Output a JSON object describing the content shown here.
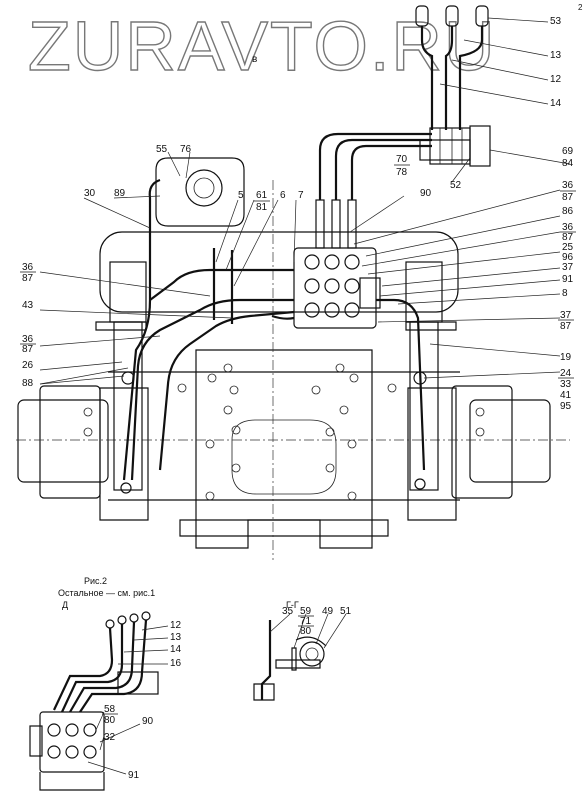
{
  "watermark": "ZURAVTO.RU",
  "view_letter": "в",
  "page_mark": "2",
  "figure_2": {
    "title": "Рис.2",
    "note": "Остальное — см. рис.1",
    "view_label": "Д"
  },
  "section": {
    "label": "Г-Г"
  },
  "callouts": [
    {
      "id": "c53",
      "text": "53"
    },
    {
      "id": "c13a",
      "text": "13"
    },
    {
      "id": "c12a",
      "text": "12"
    },
    {
      "id": "c14a",
      "text": "14"
    },
    {
      "id": "c70",
      "text": "70"
    },
    {
      "id": "c78",
      "text": "78"
    },
    {
      "id": "c52",
      "text": "52"
    },
    {
      "id": "c69",
      "text": "69"
    },
    {
      "id": "c84",
      "text": "84"
    },
    {
      "id": "c55",
      "text": "55"
    },
    {
      "id": "c76",
      "text": "76"
    },
    {
      "id": "c30",
      "text": "30"
    },
    {
      "id": "c89",
      "text": "89"
    },
    {
      "id": "c5",
      "text": "5"
    },
    {
      "id": "c61",
      "text": "61"
    },
    {
      "id": "c81",
      "text": "81"
    },
    {
      "id": "c6",
      "text": "6"
    },
    {
      "id": "c7",
      "text": "7"
    },
    {
      "id": "c90a",
      "text": "90"
    },
    {
      "id": "c36a",
      "text": "36"
    },
    {
      "id": "c87a",
      "text": "87"
    },
    {
      "id": "c86",
      "text": "86"
    },
    {
      "id": "c36b",
      "text": "36"
    },
    {
      "id": "c87b",
      "text": "87"
    },
    {
      "id": "c25",
      "text": "25"
    },
    {
      "id": "c96",
      "text": "96"
    },
    {
      "id": "c37a",
      "text": "37"
    },
    {
      "id": "c91a",
      "text": "91"
    },
    {
      "id": "c8",
      "text": "8"
    },
    {
      "id": "c36c",
      "text": "36"
    },
    {
      "id": "c87c",
      "text": "87"
    },
    {
      "id": "c43",
      "text": "43"
    },
    {
      "id": "c37b",
      "text": "37"
    },
    {
      "id": "c87d",
      "text": "87"
    },
    {
      "id": "c36d",
      "text": "36"
    },
    {
      "id": "c87e",
      "text": "87"
    },
    {
      "id": "c26",
      "text": "26"
    },
    {
      "id": "c88",
      "text": "88"
    },
    {
      "id": "c19",
      "text": "19"
    },
    {
      "id": "c24",
      "text": "24"
    },
    {
      "id": "c33",
      "text": "33"
    },
    {
      "id": "c41",
      "text": "41"
    },
    {
      "id": "c95",
      "text": "95"
    },
    {
      "id": "c12b",
      "text": "12"
    },
    {
      "id": "c13b",
      "text": "13"
    },
    {
      "id": "c14b",
      "text": "14"
    },
    {
      "id": "c16",
      "text": "16"
    },
    {
      "id": "c58",
      "text": "58"
    },
    {
      "id": "c80a",
      "text": "80"
    },
    {
      "id": "c90b",
      "text": "90"
    },
    {
      "id": "c32",
      "text": "32"
    },
    {
      "id": "c91b",
      "text": "91"
    },
    {
      "id": "c35",
      "text": "35"
    },
    {
      "id": "c59",
      "text": "59"
    },
    {
      "id": "c71",
      "text": "71"
    },
    {
      "id": "c80b",
      "text": "80"
    },
    {
      "id": "c49",
      "text": "49"
    },
    {
      "id": "c51",
      "text": "51"
    }
  ]
}
